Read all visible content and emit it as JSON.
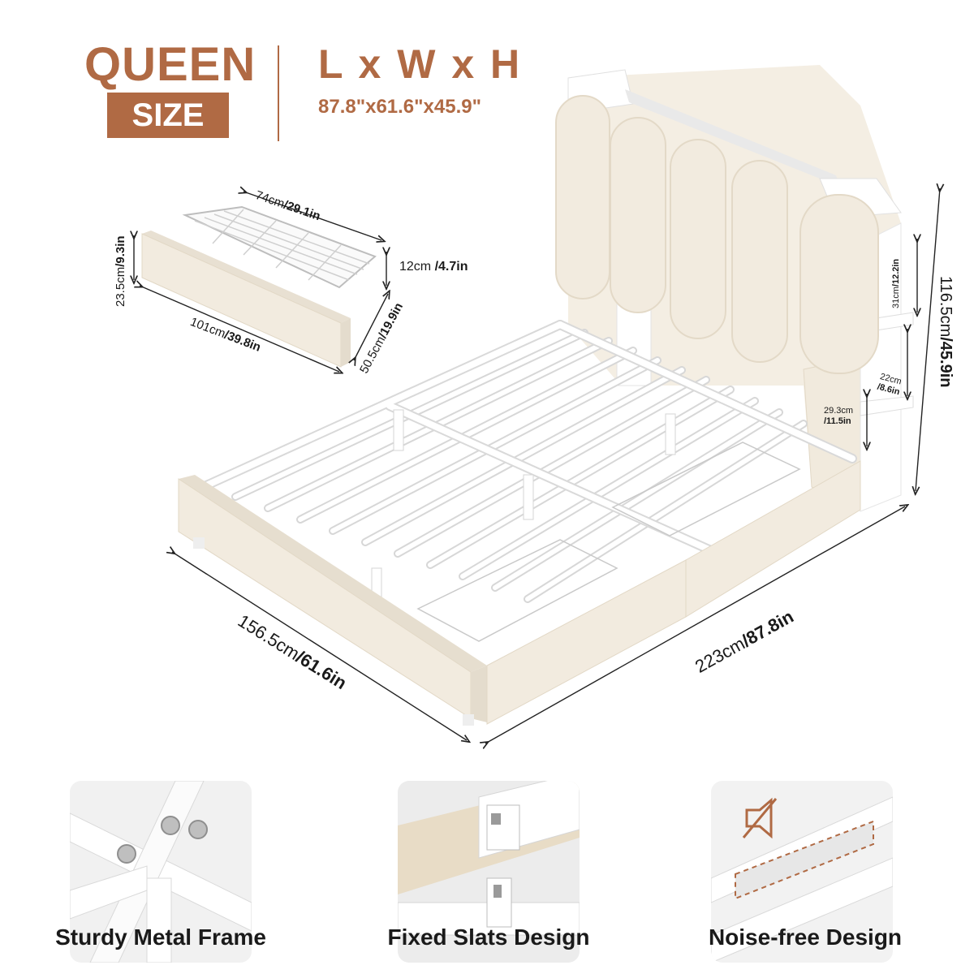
{
  "header": {
    "queen": "QUEEN",
    "size": "SIZE",
    "lwh": "L x W x H",
    "dimensions": "87.8\"x61.6\"x45.9\""
  },
  "drawer": {
    "length_cm": "74cm",
    "length_in": "/29.1in",
    "height_cm": "23.5cm",
    "height_in": "/9.3in",
    "basket_h_cm": "12cm ",
    "basket_h_in": "/4.7in",
    "front_w_cm": "101cm",
    "front_w_in": "/39.8in",
    "depth_cm": "50.5cm",
    "depth_in": "/19.9in"
  },
  "bed": {
    "height_cm": "116.5cm",
    "height_in": "/45.9in",
    "shelf_a_cm": "31cm",
    "shelf_a_in": "/12.2in",
    "shelf_b_cm": "22cm",
    "shelf_b_in": "/8.6in",
    "shelf_c_cm": "29.3cm",
    "shelf_c_in": "/11.5in",
    "width_cm": "156.5cm",
    "width_in": "/61.6in",
    "length_cm": "223cm",
    "length_in": "/87.8in"
  },
  "features": [
    {
      "label": "Sturdy Metal Frame",
      "icon": "bolt-joint"
    },
    {
      "label": "Fixed Slats Design",
      "icon": "slat-bracket"
    },
    {
      "label": "Noise-free Design",
      "icon": "mute-icon"
    }
  ],
  "colors": {
    "accent": "#b06a44",
    "fabric": "#f2ebdf",
    "metal": "#ffffff"
  }
}
